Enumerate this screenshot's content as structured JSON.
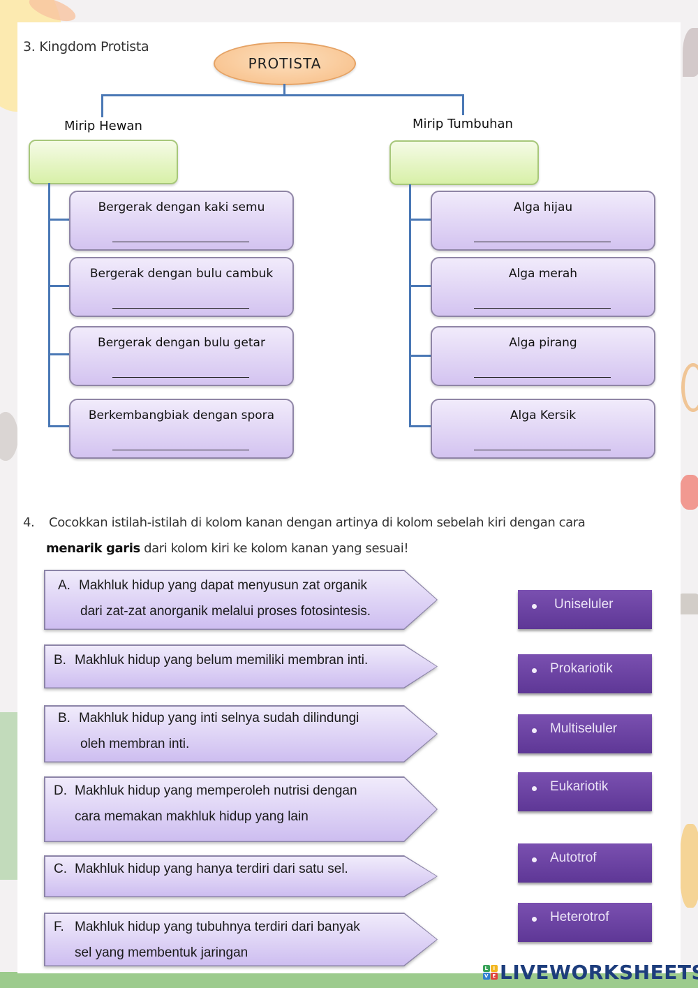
{
  "colors": {
    "connector": "#4a78b5",
    "green_box": "#d8f0a8",
    "purple_box": "#d3c3f0",
    "term_box": "#6a42a3",
    "oval": "#f8c38f",
    "brand": "#1d3d7c"
  },
  "q3": {
    "title": "3.  Kingdom Protista",
    "root": "PROTISTA",
    "branches": [
      {
        "label": "Mirip Hewan",
        "answer_box": "",
        "items": [
          {
            "label": "Bergerak dengan kaki semu",
            "blank": ""
          },
          {
            "label": "Bergerak dengan bulu cambuk",
            "blank": ""
          },
          {
            "label": "Bergerak dengan bulu getar",
            "blank": ""
          },
          {
            "label": "Berkembangbiak dengan spora",
            "blank": ""
          }
        ]
      },
      {
        "label": "Mirip Tumbuhan",
        "answer_box": "",
        "items": [
          {
            "label": "Alga hijau",
            "blank": ""
          },
          {
            "label": "Alga merah",
            "blank": ""
          },
          {
            "label": "Alga pirang",
            "blank": ""
          },
          {
            "label": "Alga Kersik",
            "blank": ""
          }
        ]
      }
    ]
  },
  "q4": {
    "number": "4.",
    "instruction_part1": "Cocokkan istilah-istilah di kolom kanan dengan artinya di kolom sebelah kiri dengan cara",
    "instruction_bold": "menarik garis",
    "instruction_part2": "dari kolom kiri ke kolom kanan yang sesuai!",
    "definitions": [
      {
        "letter": "A.",
        "line1": "Makhluk hidup yang dapat menyusun zat organik",
        "line2": "dari zat-zat anorganik melalui proses fotosintesis."
      },
      {
        "letter": "B.",
        "line1": "Makhluk hidup yang belum memiliki membran inti.",
        "line2": ""
      },
      {
        "letter": "B.",
        "line1": "Makhluk hidup yang inti selnya sudah dilindungi",
        "line2": "oleh membran inti."
      },
      {
        "letter": "D.",
        "line1": "Makhluk hidup yang memperoleh nutrisi dengan",
        "line2": "cara memakan makhluk hidup yang lain"
      },
      {
        "letter": "C.",
        "line1": "Makhluk hidup yang hanya terdiri dari satu sel.",
        "line2": ""
      },
      {
        "letter": "F.",
        "line1": "Makhluk hidup yang tubuhnya terdiri dari banyak",
        "line2": "sel yang membentuk jaringan"
      }
    ],
    "terms": [
      "Uniseluler",
      "Prokariotik",
      "Multiseluler",
      "Eukariotik",
      "Autotrof",
      "Heterotrof"
    ]
  },
  "brand": {
    "name": "LIVEWORKSHEETS",
    "logo_letters": [
      "L",
      "I",
      "V",
      "E"
    ]
  }
}
